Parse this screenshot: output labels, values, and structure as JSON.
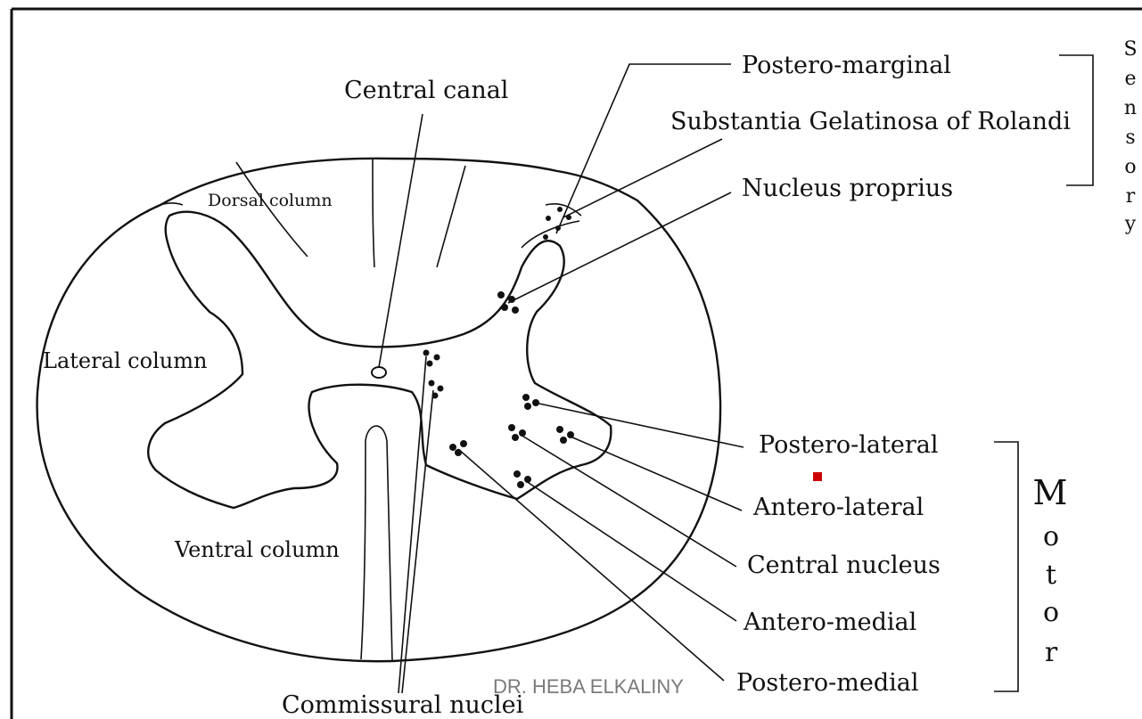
{
  "labels": {
    "central_canal": "Central canal",
    "dorsal_column": "Dorsal column",
    "lateral_column": "Lateral column",
    "ventral_column": "Ventral column",
    "commissural_nuclei": "Commissural nuclei",
    "postero_marginal": "Postero-marginal",
    "substantia_gelatinosa": "Substantia Gelatinosa of Rolandi",
    "nucleus_proprius": "Nucleus proprius",
    "postero_lateral": "Postero-lateral",
    "antero_lateral": "Antero-lateral",
    "central_nucleus": "Central nucleus",
    "antero_medial": "Antero-medial",
    "postero_medial": "Postero-medial"
  },
  "groups": {
    "sensory_letters": [
      "S",
      "e",
      "n",
      "s",
      "o",
      "r",
      "y"
    ],
    "motor_letters": [
      "M",
      "o",
      "t",
      "o",
      "r"
    ]
  },
  "watermark": "DR. HEBA ELKALINY",
  "colors": {
    "line": "#111111",
    "marker": "#cc0000",
    "watermark": "#7a7a7a"
  }
}
